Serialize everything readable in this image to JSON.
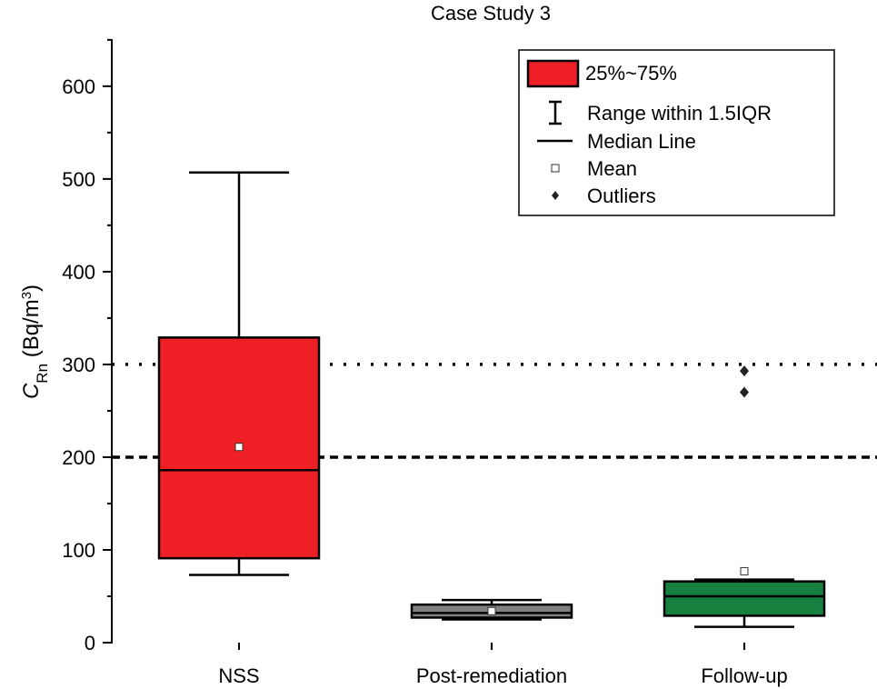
{
  "chart_data": {
    "type": "box",
    "title": "Case Study 3",
    "ylabel": {
      "symbol": "C",
      "subscript": "Rn",
      "unit_prefix": " (Bq/m",
      "unit_superscript": "3",
      "unit_suffix": ")"
    },
    "ylim": [
      0,
      650
    ],
    "yticks": [
      0,
      100,
      200,
      300,
      400,
      500,
      600
    ],
    "grid": false,
    "categories": [
      "NSS",
      "Post-remediation",
      "Follow-up"
    ],
    "boxes": [
      {
        "category": "NSS",
        "q1": 91,
        "median": 186,
        "q3": 329,
        "whisker_low": 73,
        "whisker_high": 507,
        "mean": 211,
        "outliers": [],
        "color": "#ee2026"
      },
      {
        "category": "Post-remediation",
        "q1": 27,
        "median": 32,
        "q3": 41,
        "whisker_low": 25,
        "whisker_high": 46,
        "mean": 34,
        "outliers": [],
        "color": "#808080"
      },
      {
        "category": "Follow-up",
        "q1": 29,
        "median": 50,
        "q3": 66,
        "whisker_low": 17,
        "whisker_high": 68,
        "mean": 77,
        "outliers": [
          270,
          293
        ],
        "color": "#18803f"
      }
    ],
    "reference_lines": [
      {
        "value": 300,
        "style": "dotted"
      },
      {
        "value": 200,
        "style": "dashed"
      }
    ],
    "legend": {
      "position": "top-right",
      "items": [
        {
          "label": "25%~75%",
          "marker": "box"
        },
        {
          "label": "Range within 1.5IQR",
          "marker": "whisker"
        },
        {
          "label": "Median Line",
          "marker": "line"
        },
        {
          "label": "Mean",
          "marker": "open-square"
        },
        {
          "label": "Outliers",
          "marker": "diamond"
        }
      ]
    }
  }
}
